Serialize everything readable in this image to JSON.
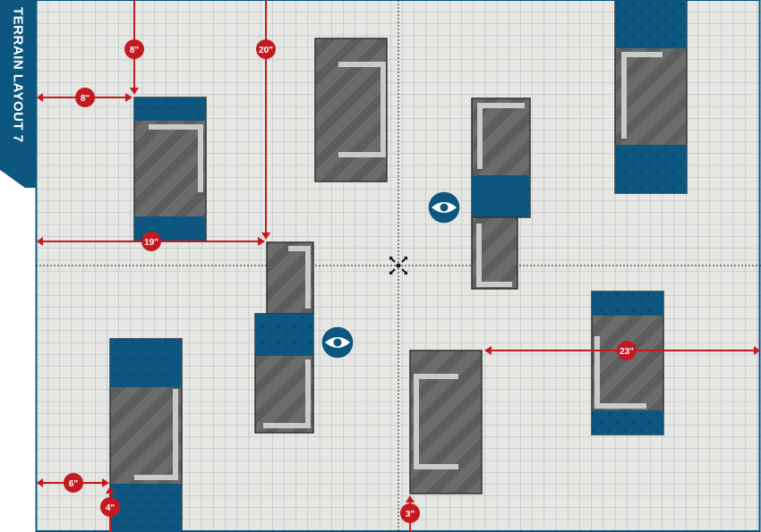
{
  "title": "TERRAIN LAYOUT 7",
  "colors": {
    "accent_blue": "#0d5680",
    "measure_red": "#c41a1f",
    "ruin_gray": "#6e6e6e",
    "ruin_wall": "#c8ccc8",
    "grid_line": "#9aa9b6",
    "paper": "#e6e7e3"
  },
  "measurements": [
    "8\"",
    "8\"",
    "20\"",
    "19\"",
    "6\"",
    "4\"",
    "3\"",
    "23\""
  ],
  "icons": {
    "objective_marker": "eye-icon",
    "centre_marker": "crosshair-icon"
  }
}
